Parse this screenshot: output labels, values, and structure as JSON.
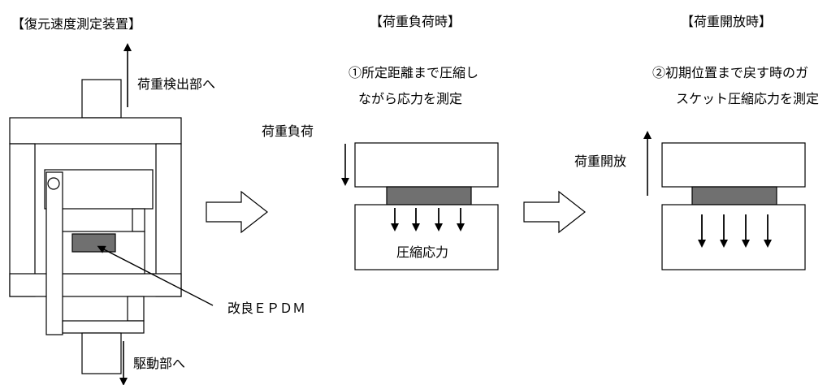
{
  "titles": {
    "apparatus": "【復元速度測定装置】",
    "loading": "【荷重負荷時】",
    "release": "【荷重開放時】"
  },
  "apparatus": {
    "to_load_detector": "荷重検出部へ",
    "to_drive": "駆動部へ",
    "sample_label": "改良ＥＰＤＭ"
  },
  "loading": {
    "description_line1": "①所定距離まで圧縮し",
    "description_line2": "ながら応力を測定",
    "arrow_label": "荷重負荷",
    "stress_label": "圧縮応力"
  },
  "release": {
    "description_line1": "②初期位置まで戻す時のガ",
    "description_line2": "スケット圧縮応力を測定",
    "arrow_label": "荷重開放"
  },
  "colors": {
    "sample_fill": "#707070",
    "line": "#000000",
    "background": "#ffffff"
  }
}
